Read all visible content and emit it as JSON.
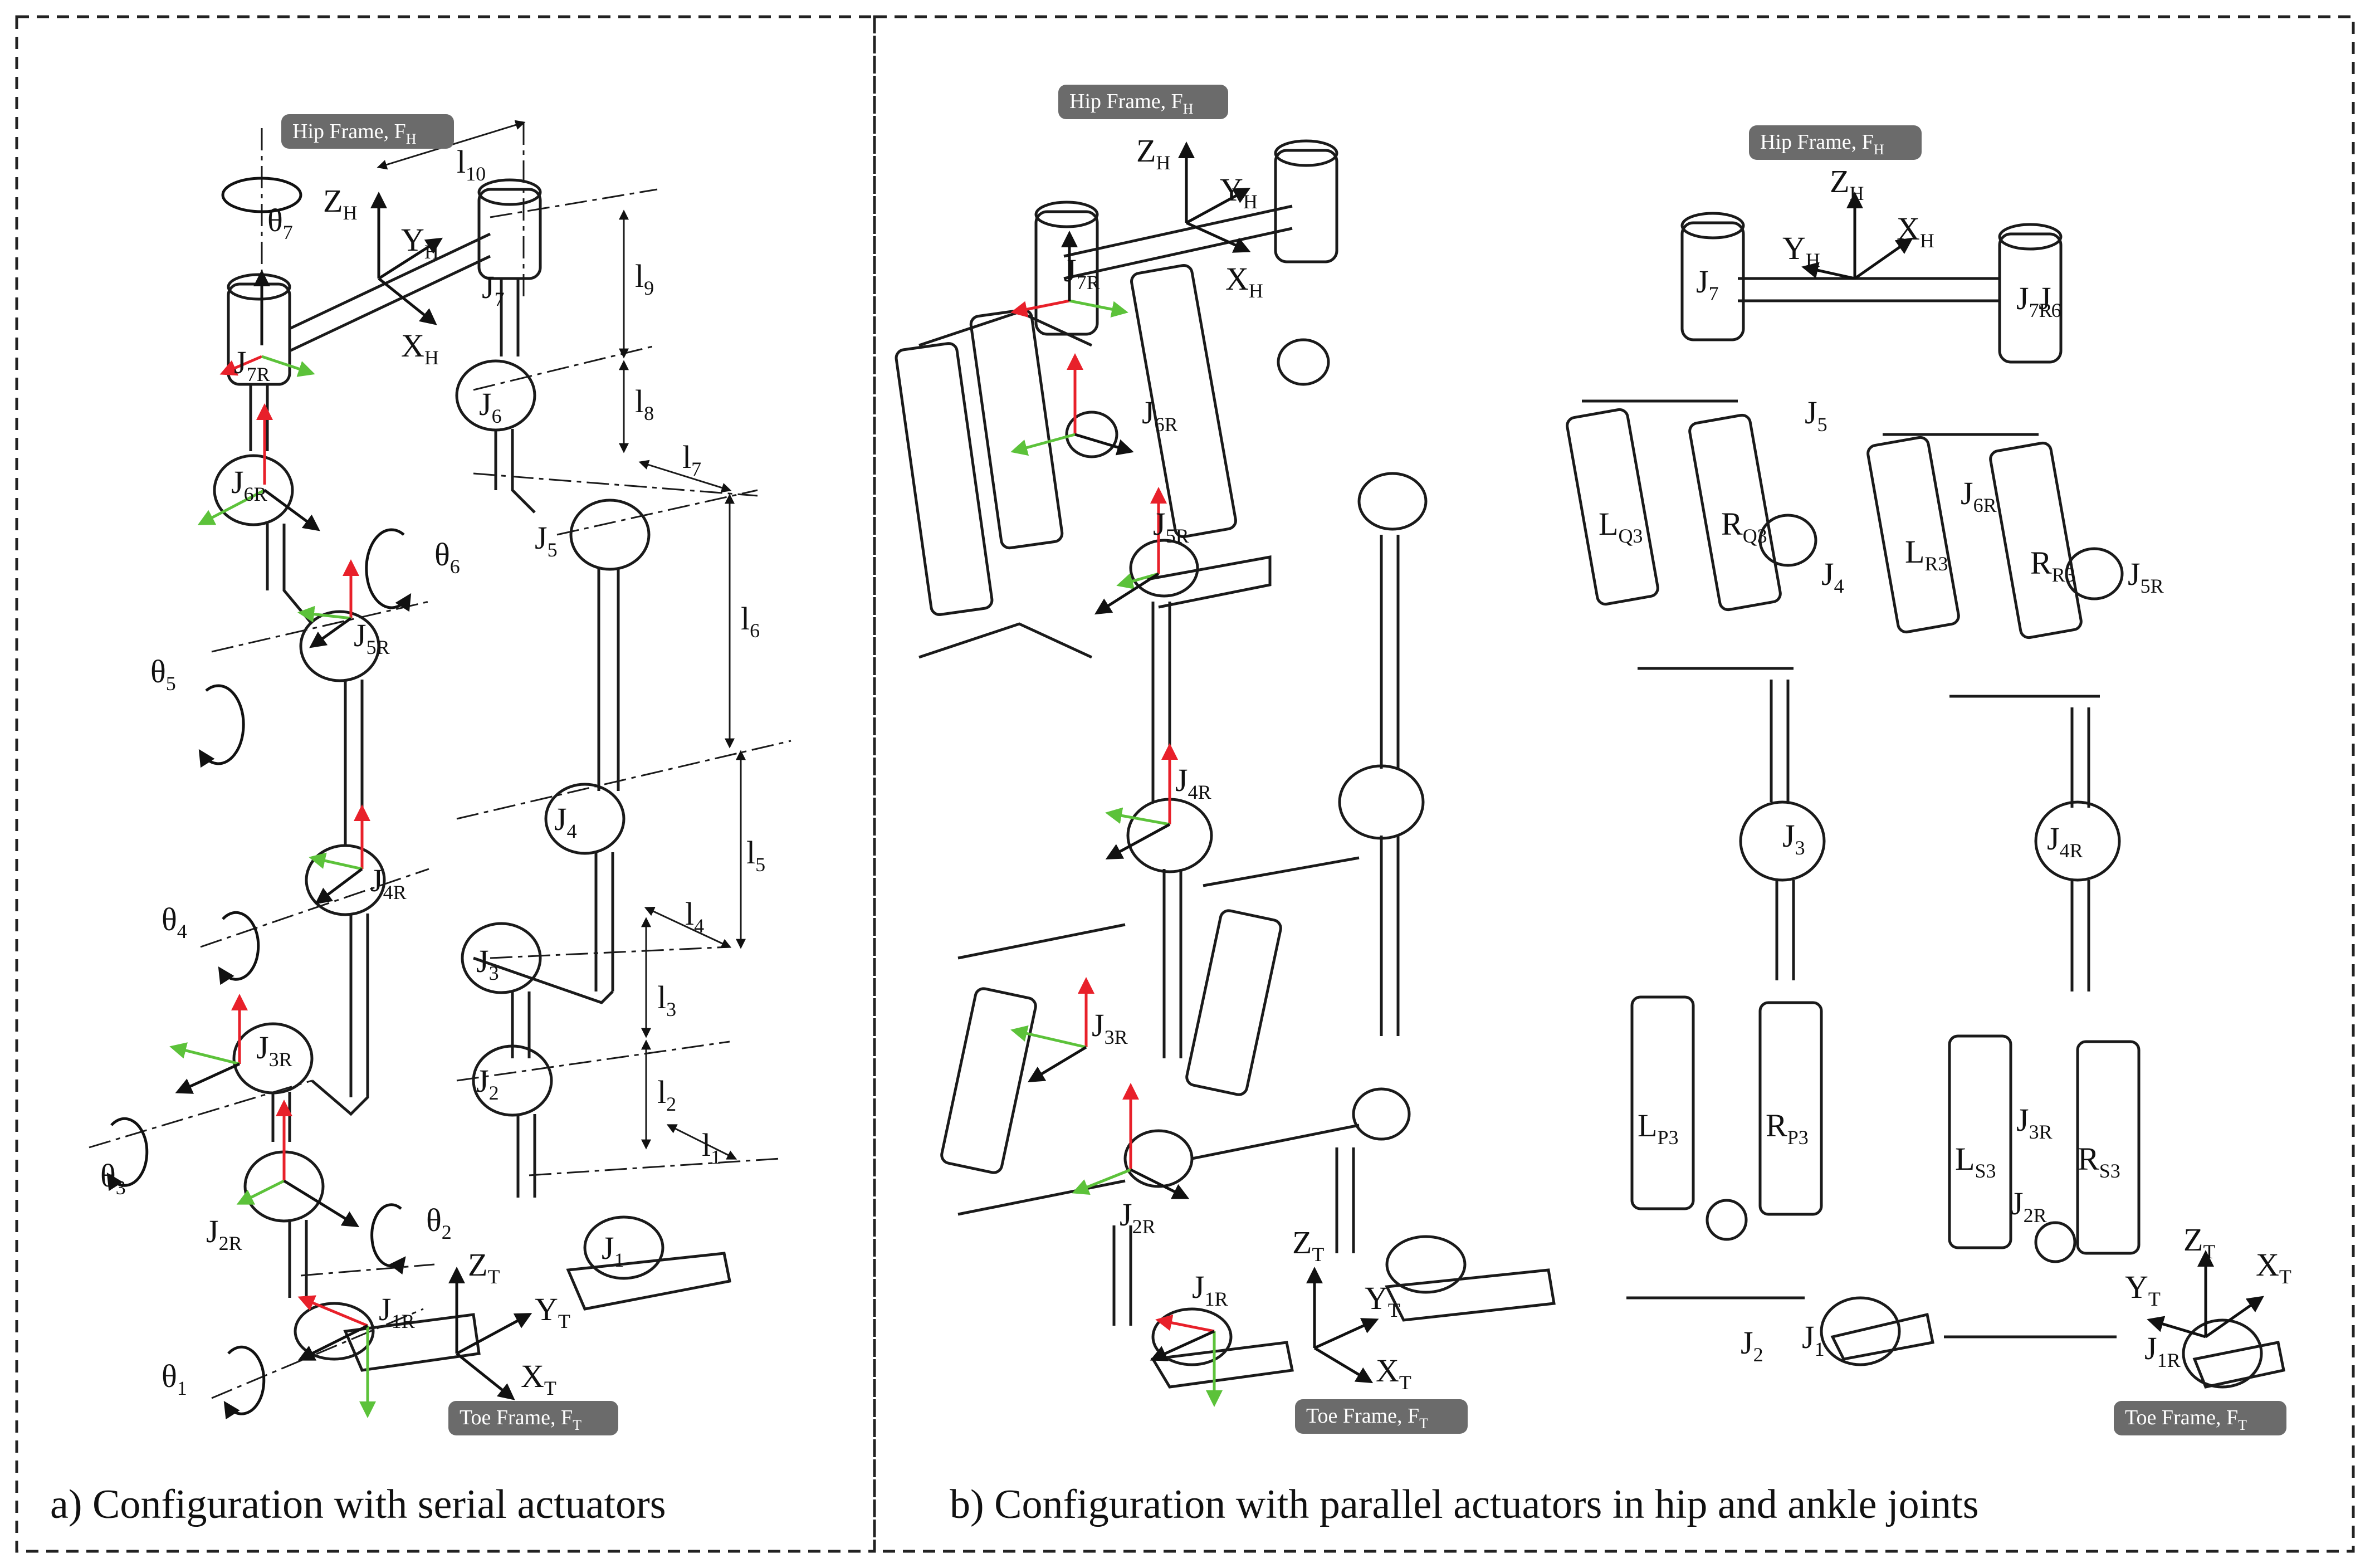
{
  "panels": [
    {
      "caption": "a) Configuration  with serial actuators",
      "hip_frame_badge": "Hip Frame, F",
      "hip_frame_badge_sub": "H",
      "toe_frame_badge": "Toe Frame, F",
      "toe_frame_badge_sub": "T",
      "joint_labels": [
        {
          "main": "J",
          "sub": "7"
        },
        {
          "main": "J",
          "sub": "6"
        },
        {
          "main": "J",
          "sub": "5"
        },
        {
          "main": "J",
          "sub": "4"
        },
        {
          "main": "J",
          "sub": "3"
        },
        {
          "main": "J",
          "sub": "2"
        },
        {
          "main": "J",
          "sub": "1"
        },
        {
          "main": "J",
          "sub": "7R"
        },
        {
          "main": "J",
          "sub": "6R"
        },
        {
          "main": "J",
          "sub": "5R"
        },
        {
          "main": "J",
          "sub": "4R"
        },
        {
          "main": "J",
          "sub": "3R"
        },
        {
          "main": "J",
          "sub": "2R"
        },
        {
          "main": "J",
          "sub": "1R"
        }
      ],
      "angle_labels": [
        {
          "main": "θ",
          "sub": "7"
        },
        {
          "main": "θ",
          "sub": "6"
        },
        {
          "main": "θ",
          "sub": "5"
        },
        {
          "main": "θ",
          "sub": "4"
        },
        {
          "main": "θ",
          "sub": "3"
        },
        {
          "main": "θ",
          "sub": "2"
        },
        {
          "main": "θ",
          "sub": "1"
        }
      ],
      "length_labels": [
        {
          "main": "l",
          "sub": "10"
        },
        {
          "main": "l",
          "sub": "9"
        },
        {
          "main": "l",
          "sub": "8"
        },
        {
          "main": "l",
          "sub": "7"
        },
        {
          "main": "l",
          "sub": "6"
        },
        {
          "main": "l",
          "sub": "5"
        },
        {
          "main": "l",
          "sub": "4"
        },
        {
          "main": "l",
          "sub": "3"
        },
        {
          "main": "l",
          "sub": "2"
        },
        {
          "main": "l",
          "sub": "1"
        }
      ],
      "axis_labels": [
        {
          "main": "Z",
          "sub": "H"
        },
        {
          "main": "Y",
          "sub": "H"
        },
        {
          "main": "X",
          "sub": "H"
        },
        {
          "main": "Z",
          "sub": "T"
        },
        {
          "main": "Y",
          "sub": "T"
        },
        {
          "main": "X",
          "sub": "T"
        }
      ]
    },
    {
      "caption": "b) Configuration  with parallel actuators in hip and ankle joints",
      "hip_frame_badge": "Hip Frame, F",
      "hip_frame_badge_sub": "H",
      "toe_frame_badge": "Toe Frame, F",
      "toe_frame_badge_sub": "T",
      "left_view": {
        "joint_labels": [
          {
            "main": "J",
            "sub": "7R"
          },
          {
            "main": "J",
            "sub": "6R"
          },
          {
            "main": "J",
            "sub": "5R"
          },
          {
            "main": "J",
            "sub": "4R"
          },
          {
            "main": "J",
            "sub": "3R"
          },
          {
            "main": "J",
            "sub": "2R"
          },
          {
            "main": "J",
            "sub": "1R"
          }
        ],
        "axis_labels": [
          {
            "main": "Z",
            "sub": "H"
          },
          {
            "main": "Y",
            "sub": "H"
          },
          {
            "main": "X",
            "sub": "H"
          },
          {
            "main": "Z",
            "sub": "T"
          },
          {
            "main": "Y",
            "sub": "T"
          },
          {
            "main": "X",
            "sub": "T"
          }
        ]
      },
      "right_view": {
        "hip_frame_badge": "Hip Frame, F",
        "hip_frame_badge_sub": "H",
        "toe_frame_badge": "Toe Frame, F",
        "toe_frame_badge_sub": "T",
        "joint_labels": [
          {
            "main": "J",
            "sub": "7"
          },
          {
            "main": "J",
            "sub": "6"
          },
          {
            "main": "J",
            "sub": "5"
          },
          {
            "main": "J",
            "sub": "4"
          },
          {
            "main": "J",
            "sub": "3"
          },
          {
            "main": "J",
            "sub": "2"
          },
          {
            "main": "J",
            "sub": "1"
          },
          {
            "main": "J",
            "sub": "7R"
          },
          {
            "main": "J",
            "sub": "6R"
          },
          {
            "main": "J",
            "sub": "5R"
          },
          {
            "main": "J",
            "sub": "4R"
          },
          {
            "main": "J",
            "sub": "3R"
          },
          {
            "main": "J",
            "sub": "2R"
          },
          {
            "main": "J",
            "sub": "1R"
          }
        ],
        "actuator_labels": [
          {
            "main": "L",
            "sub": "Q3"
          },
          {
            "main": "R",
            "sub": "Q3"
          },
          {
            "main": "L",
            "sub": "R3"
          },
          {
            "main": "R",
            "sub": "R3"
          },
          {
            "main": "L",
            "sub": "P3"
          },
          {
            "main": "R",
            "sub": "P3"
          },
          {
            "main": "L",
            "sub": "S3"
          },
          {
            "main": "R",
            "sub": "S3"
          }
        ],
        "axis_labels": [
          {
            "main": "Z",
            "sub": "H"
          },
          {
            "main": "Y",
            "sub": "H"
          },
          {
            "main": "X",
            "sub": "H"
          },
          {
            "main": "Z",
            "sub": "T"
          },
          {
            "main": "Y",
            "sub": "T"
          },
          {
            "main": "X",
            "sub": "T"
          }
        ]
      }
    }
  ],
  "colors": {
    "frame_red": "#e8202a",
    "frame_green": "#5cc23a",
    "badge_gray": "#6b6b6b",
    "line": "#1a1a1a"
  }
}
